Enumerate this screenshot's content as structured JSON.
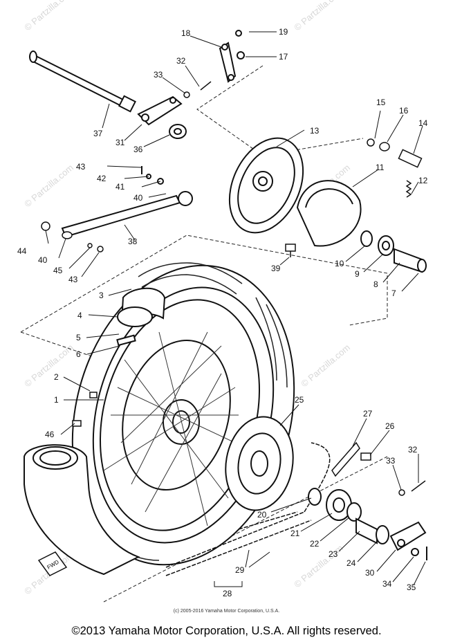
{
  "diagram": {
    "callouts": {
      "c1": "1",
      "c2": "2",
      "c3": "3",
      "c4": "4",
      "c5": "5",
      "c6": "6",
      "c7": "7",
      "c8": "8",
      "c9": "9",
      "c10": "10",
      "c11": "11",
      "c12": "12",
      "c13": "13",
      "c14": "14",
      "c15": "15",
      "c16": "16",
      "c17": "17",
      "c18": "18",
      "c19": "19",
      "c20": "20",
      "c21": "21",
      "c22": "22",
      "c23": "23",
      "c24": "24",
      "c25": "25",
      "c26": "26",
      "c27": "27",
      "c28": "28",
      "c29": "29",
      "c30": "30",
      "c31": "31",
      "c32a": "32",
      "c32b": "32",
      "c33a": "33",
      "c33b": "33",
      "c34": "34",
      "c35": "35",
      "c36": "36",
      "c37": "37",
      "c38": "38",
      "c39": "39",
      "c40a": "40",
      "c40b": "40",
      "c41": "41",
      "c42": "42",
      "c43a": "43",
      "c43b": "43",
      "c44": "44",
      "c45": "45",
      "c46": "46"
    },
    "fwd_label": "FWD",
    "watermark": "© Partzilla.com"
  },
  "footer": {
    "small_copyright": "(c) 2005-2016 Yamaha Motor Corporation, U.S.A.",
    "copyright": "©2013 Yamaha Motor Corporation, U.S.A. All rights reserved."
  }
}
